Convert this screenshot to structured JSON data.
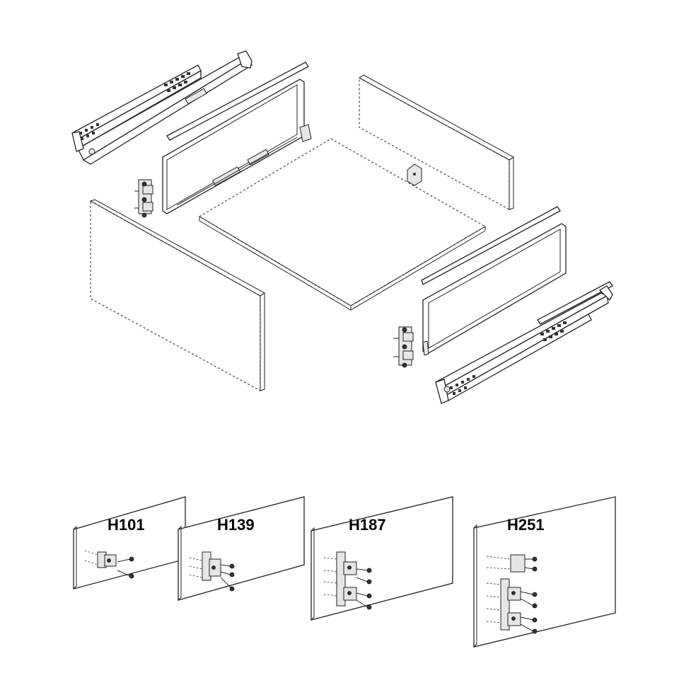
{
  "variants": [
    {
      "label": "H101"
    },
    {
      "label": "H139"
    },
    {
      "label": "H187"
    },
    {
      "label": "H251"
    }
  ],
  "colors": {
    "line": "#222222",
    "background": "#ffffff",
    "panel_fill": "#ffffff",
    "part_fill": "#e6e6e6"
  }
}
